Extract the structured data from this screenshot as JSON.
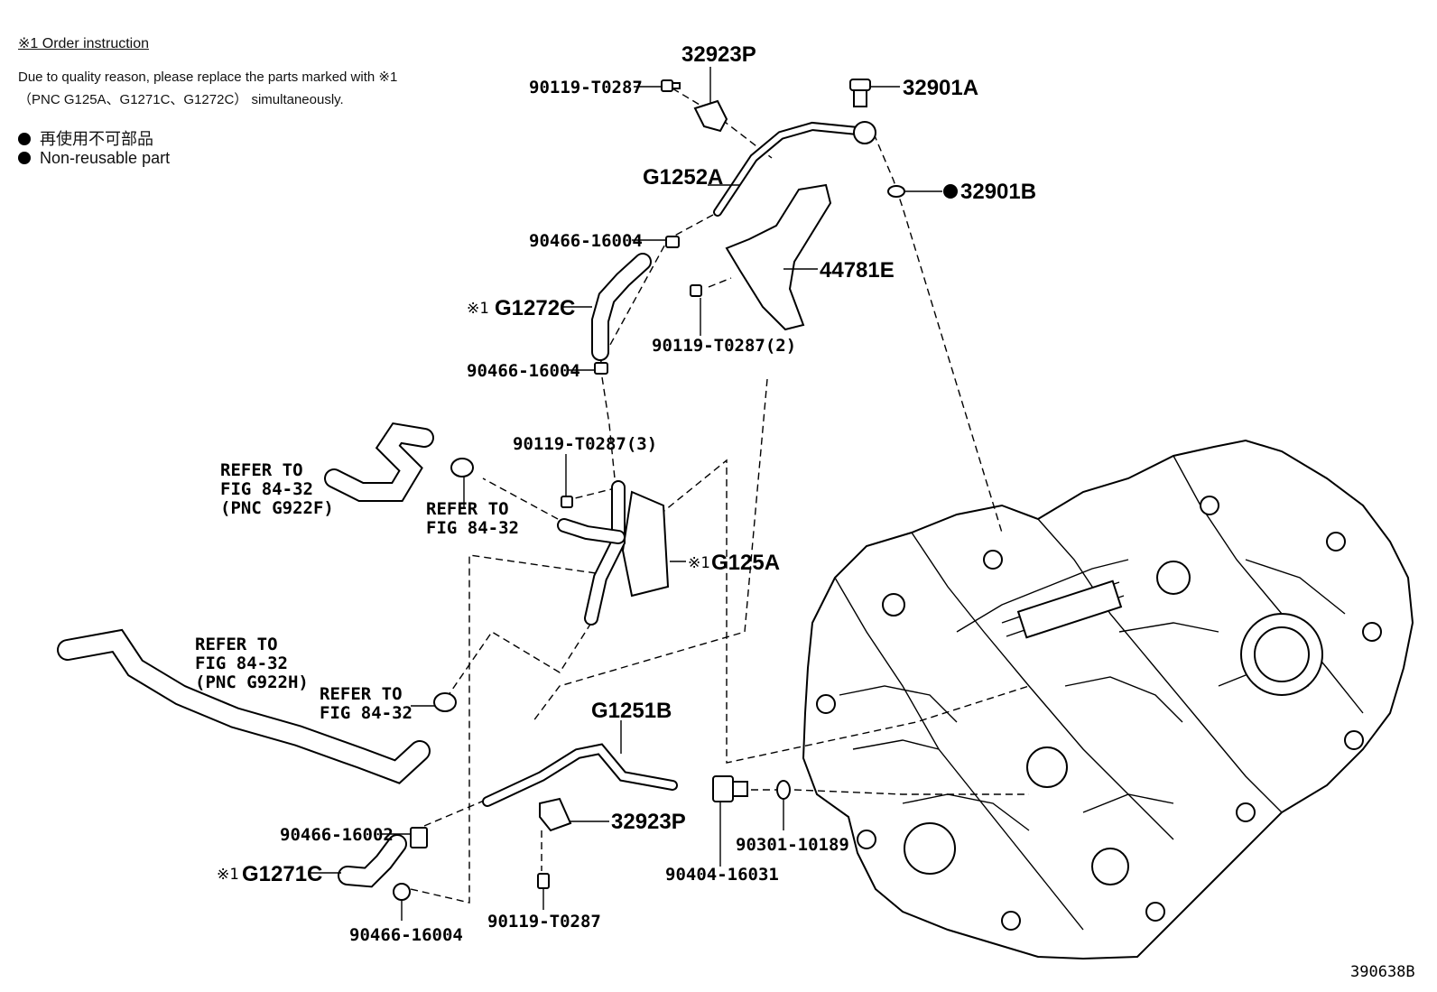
{
  "notes": {
    "title": "※1 Order instruction",
    "line1": "Due to quality reason, please replace the parts marked with ※1",
    "line2": "（PNC G125A、G1271C、G1272C） simultaneously.",
    "legend_jp": "再使用不可部品",
    "legend_en": "Non-reusable part"
  },
  "labels": {
    "p32923P_top": "32923P",
    "p90119_top": "90119-T0287",
    "p32901A": "32901A",
    "p32901B": "32901B",
    "pG1252A": "G1252A",
    "p90466_a": "90466-16004",
    "p44781E": "44781E",
    "pG1272C_mark": "※1",
    "pG1272C": "G1272C",
    "p90119_2": "90119-T0287(2)",
    "p90466_b": "90466-16004",
    "p90119_3": "90119-T0287(3)",
    "refer1_l1": "REFER TO",
    "refer1_l2": "FIG 84-32",
    "refer1_l3": "(PNC G922F)",
    "refer2_l1": "REFER TO",
    "refer2_l2": "FIG 84-32",
    "pG125A_mark": "※1",
    "pG125A": "G125A",
    "refer3_l1": "REFER TO",
    "refer3_l2": "FIG 84-32",
    "refer3_l3": "(PNC G922H)",
    "refer4_l1": "REFER TO",
    "refer4_l2": "FIG 84-32",
    "pG1251B": "G1251B",
    "p32923P_bot": "32923P",
    "p90466_16002": "90466-16002",
    "pG1271C_mark": "※1",
    "pG1271C": "G1271C",
    "p90466_c": "90466-16004",
    "p90119_bot": "90119-T0287",
    "p90404": "90404-16031",
    "p90301": "90301-10189",
    "figure_id": "390638B"
  },
  "colors": {
    "ink": "#000000",
    "paper": "#ffffff"
  }
}
